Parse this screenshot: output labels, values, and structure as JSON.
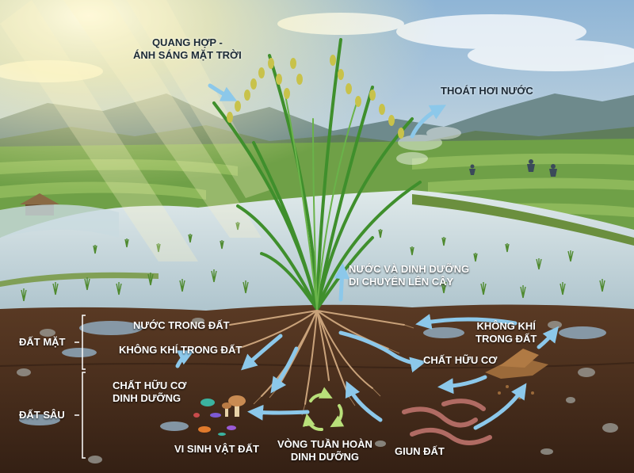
{
  "labels": {
    "photosynthesis": [
      "QUANG HỢP -",
      "ÁNH SÁNG MẶT TRỜI"
    ],
    "transpiration": "THOÁT HƠI NƯỚC",
    "water_up": [
      "NƯỚC VÀ DINH DƯỠNG",
      "DI CHUYỂN LÊN CÂY"
    ],
    "soil_water": "NƯỚC TRONG ĐẤT",
    "soil_air_left": "KHÔNG KHÍ TRONG ĐẤT",
    "soil_air_right": [
      "KHÔNG KHÍ",
      "TRONG ĐẤT"
    ],
    "organic_right": "CHẤT HỮU CƠ",
    "organic_left": [
      "CHẤT HỮU CƠ",
      "DINH DƯỠNG"
    ],
    "microbes": "VI SINH VẬT ĐẤT",
    "nutrient_cycle": [
      "VÒNG TUẦN HOÀN",
      "DINH DƯỠNG"
    ],
    "earthworm": "GIUN ĐẤT"
  },
  "layers": {
    "topsoil": "ĐẤT MẶT",
    "subsoil": "ĐẤT SÂU"
  },
  "colors": {
    "arrow": "#8cc8ea",
    "cycle_arrow": "#b9e07a",
    "soil_top": "#4a2f1d",
    "soil_deep": "#3a2416",
    "leaf": "#3f8f2c"
  }
}
